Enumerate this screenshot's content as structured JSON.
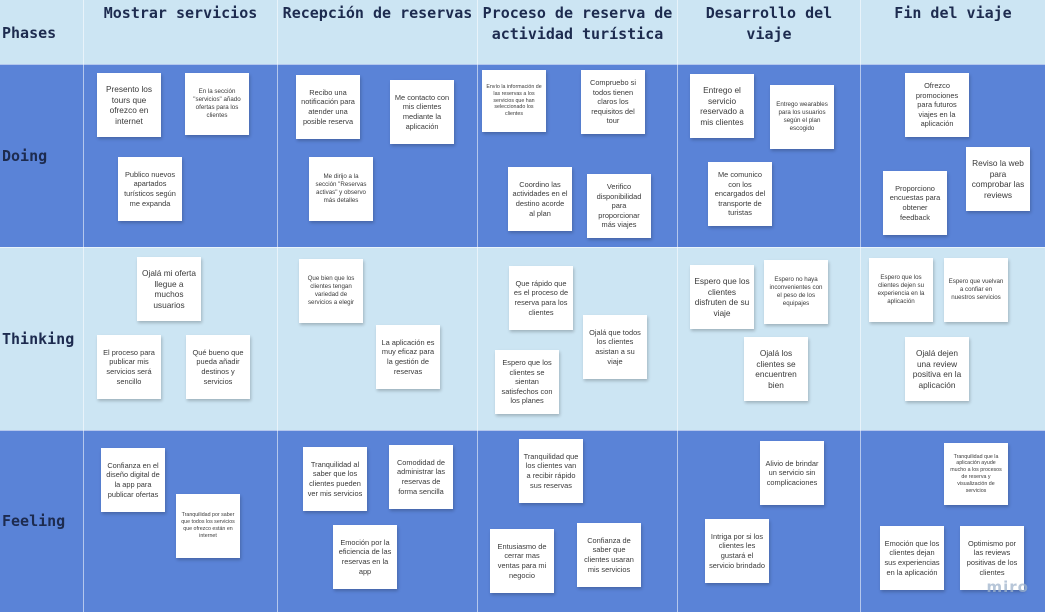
{
  "board": {
    "row_header_label": "Phases",
    "rows": [
      "Doing",
      "Thinking",
      "Feeling"
    ],
    "phases": [
      "Mostrar servicios",
      "Recepción de reservas",
      "Proceso de reserva de actividad turística",
      "Desarrollo del viaje",
      "Fin del viaje"
    ],
    "watermark": "miro"
  },
  "notes": {
    "doing": [
      "Presento los tours que ofrezco en internet",
      "En la sección \"servicios\" añado ofertas para los clientes",
      "Publico nuevos apartados turísticos según me expanda",
      "Recibo una notificación para atender una posible reserva",
      "Me contacto con mis clientes mediante la aplicación",
      "Me dirijo a la sección \"Reservas activas\" y observo más detalles",
      "Envío la información de las reservas a los servicios que han seleccionado los clientes",
      "Compruebo si todos tienen claros los requisitos del tour",
      "Coordino las actividades en el destino acorde al plan",
      "Verifico disponibilidad para proporcionar más viajes",
      "Entrego el servicio reservado a mis clientes",
      "Entrego wearables para los usuarios según el plan escogido",
      "Me comunico con los encargados del transporte de turistas",
      "Ofrezco promociones para futuros viajes en la aplicación",
      "Proporciono encuestas para obtener feedback",
      "Reviso la web para comprobar las reviews"
    ],
    "thinking": [
      "Ojalá mi oferta llegue a muchos usuarios",
      "El proceso para publicar mis servicios será sencillo",
      "Qué bueno que pueda añadir destinos y servicios",
      "Que bien que los clientes tengan variedad de servicios a elegir",
      "La aplicación es muy eficaz para la gestión de reservas",
      "Que rápido que es el proceso de reserva para los clientes",
      "Ojalá que todos los clientes asistan a su viaje",
      "Espero que los clientes se sientan satisfechos con los planes",
      "Espero que los clientes disfruten de su viaje",
      "Espero no haya inconvenientes con el peso de los equipajes",
      "Ojalá los clientes se encuentren bien",
      "Espero que los clientes dejen su experiencia en la aplicación",
      "Espero que vuelvan a confiar en nuestros servicios",
      "Ojalá dejen una review positiva en la aplicación"
    ],
    "feeling": [
      "Confianza en el diseño digital de la app para publicar ofertas",
      "Tranquilidad por saber que todos los servicios que ofrezco están en internet",
      "Tranquilidad al saber que los clientes pueden ver mis servicios",
      "Comodidad de administrar las reservas de forma sencilla",
      "Emoción por la eficiencia de las reservas en la app",
      "Tranquilidad que los clientes van a recibir rápido sus reservas",
      "Entusiasmo de cerrar mas ventas para mi negocio",
      "Confianza de saber que clientes usaran mis servicios",
      "Alivio de brindar un servicio sin complicaciones",
      "Intriga por si los clientes les gustará el servicio brindado",
      "Tranquilidad que la aplicación ayude mucho a los procesos de reserva y visualización de servicios",
      "Emoción que los clientes dejan sus experiencias en la aplicación",
      "Optimismo por las reviews positivas de los clientes"
    ]
  }
}
